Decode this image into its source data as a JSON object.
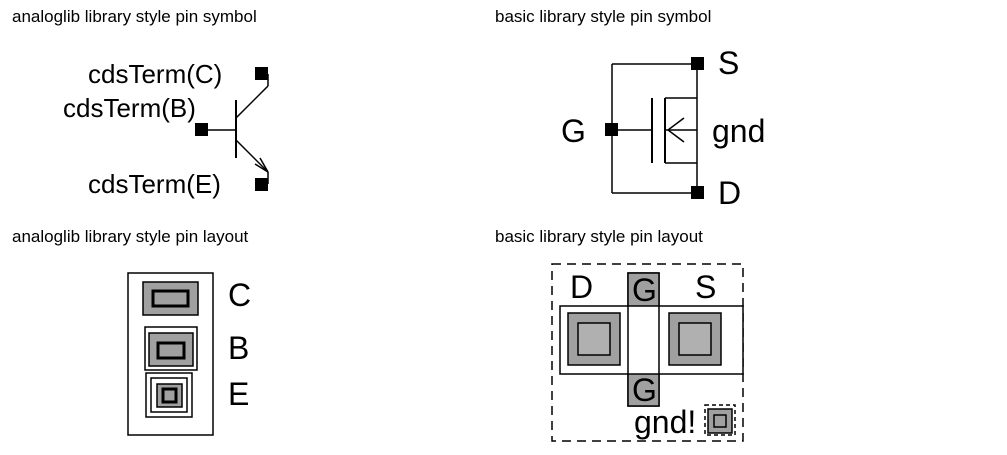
{
  "captions": {
    "analog_symbol": "analoglib library style pin symbol",
    "basic_symbol": "basic library style pin symbol",
    "analog_layout": "analoglib library style pin layout",
    "basic_layout": "basic library style pin layout"
  },
  "analog_symbol": {
    "pin_c": "cdsTerm(C)",
    "pin_b": "cdsTerm(B)",
    "pin_e": "cdsTerm(E)"
  },
  "basic_symbol": {
    "pin_s": "S",
    "pin_g": "G",
    "pin_gnd": "gnd",
    "pin_d": "D"
  },
  "analog_layout": {
    "pin_c": "C",
    "pin_b": "B",
    "pin_e": "E"
  },
  "basic_layout": {
    "pin_d": "D",
    "pin_g_top": "G",
    "pin_s": "S",
    "pin_g_bottom": "G",
    "pin_gnd": "gnd!"
  },
  "colors": {
    "fill_gray": "#a0a0a0",
    "stroke": "#000000"
  }
}
